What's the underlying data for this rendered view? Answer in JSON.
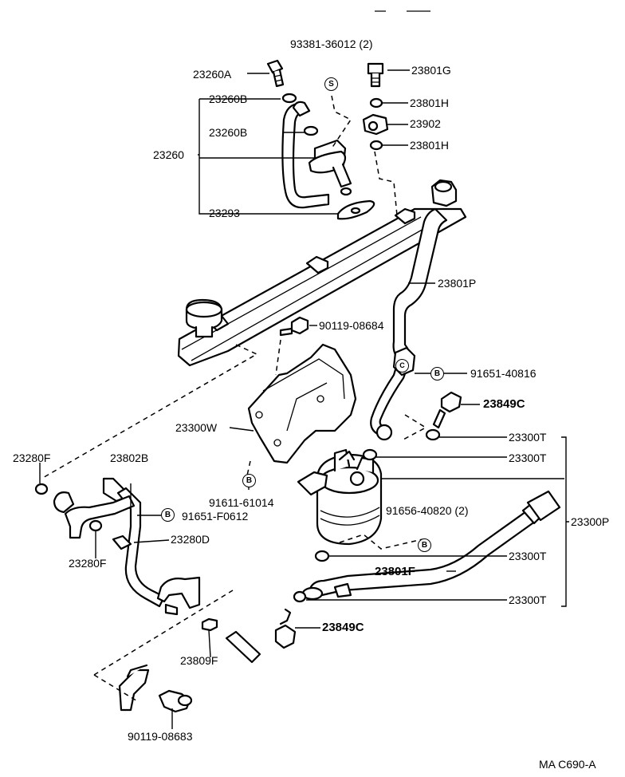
{
  "labels": {
    "l01": "93381-36012 (2)",
    "l02": "23260A",
    "l03": "23801G",
    "l04": "23260B",
    "l05": "23801H",
    "l06": "23260B",
    "l07": "23902",
    "l08": "23260",
    "l09": "23801H",
    "l10": "23293",
    "l11": "23801P",
    "l12": "90119-08684",
    "l13": "91651-40816",
    "l14": "23849C",
    "l15": "23300W",
    "l16": "23300T",
    "l17": "23280F",
    "l18": "23802B",
    "l19": "23300T",
    "l20": "91611-61014",
    "l21": "91651-F0612",
    "l22": "91656-40820 (2)",
    "l23": "23300P",
    "l24": "23280D",
    "l25": "23280F",
    "l26": "23300T",
    "l27": "23801F",
    "l28": "23300T",
    "l29": "23849C",
    "l30": "23809F",
    "l31": "90119-08683",
    "footer": "MA C690-A"
  },
  "markers": {
    "s": "S",
    "b": "B",
    "c": "C"
  }
}
